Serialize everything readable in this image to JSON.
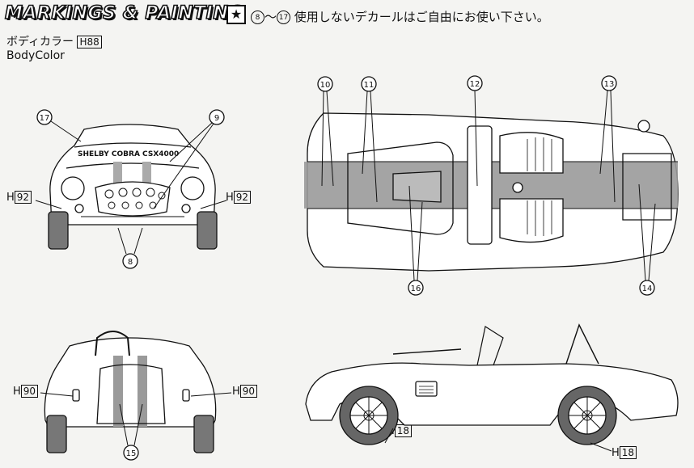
{
  "header": {
    "title": "MARKINGS & PAINTING",
    "badge_icon": "star-icon",
    "note_from": "8",
    "note_tilde": "～",
    "note_to": "17",
    "note_text": "使用しないデカールはご自由にお使い下さい。"
  },
  "body_color": {
    "label_jp": "ボディカラー",
    "label_en": "BodyColor",
    "code_prefix": "H",
    "code_number": "88"
  },
  "front_view": {
    "grille_text": "SHELBY COBRA CSX4000",
    "callouts": [
      "17",
      "9",
      "8"
    ],
    "left_code": "H",
    "left_code_number": "92",
    "right_code": "H",
    "right_code_number": "92"
  },
  "top_view": {
    "callouts": [
      "10",
      "11",
      "12",
      "13",
      "16",
      "14"
    ]
  },
  "rear_view": {
    "callouts": [
      "15"
    ],
    "left_code": "H",
    "left_code_number": "90",
    "right_code": "H",
    "right_code_number": "90"
  },
  "side_view": {
    "front_wheel_code": "H",
    "front_wheel_code_number": "18",
    "rear_wheel_code": "H",
    "rear_wheel_code_number": "18"
  },
  "colors": {
    "ink": "#111111",
    "paper": "#f4f4f2",
    "stripe": "#9a9a9a"
  }
}
